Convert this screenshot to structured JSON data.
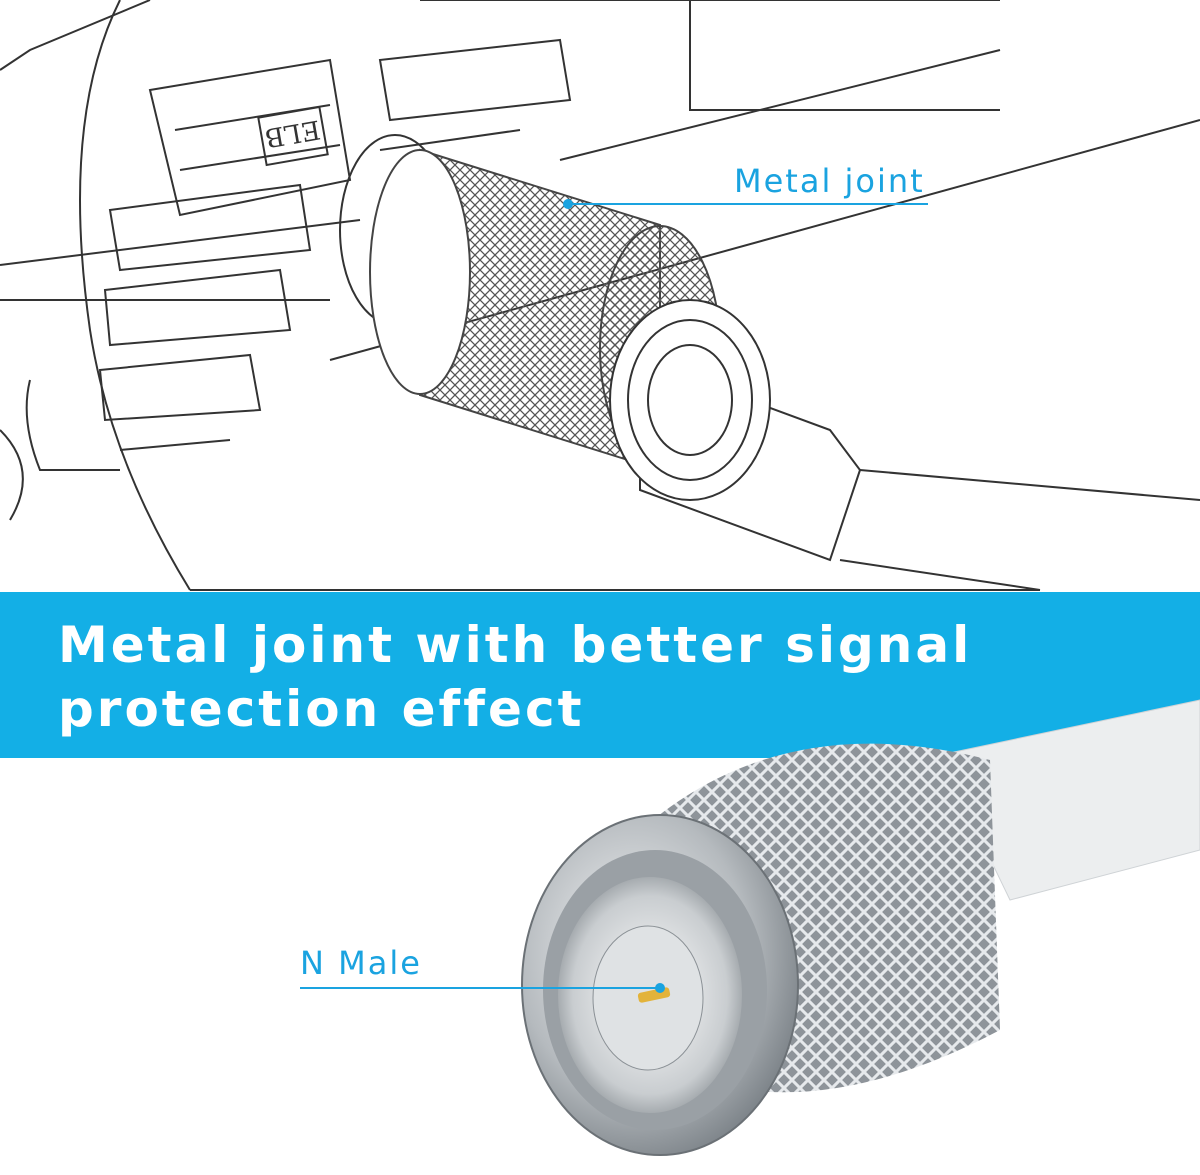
{
  "banner": {
    "headline_line1": "Metal joint with better signal",
    "headline_line2": "protection effect",
    "background_color": "#13afe6"
  },
  "callouts": {
    "top_label": "Metal joint",
    "bottom_label": "N Male",
    "line_color": "#1aa3e0"
  },
  "illustration": {
    "body_marking": "ELB"
  }
}
